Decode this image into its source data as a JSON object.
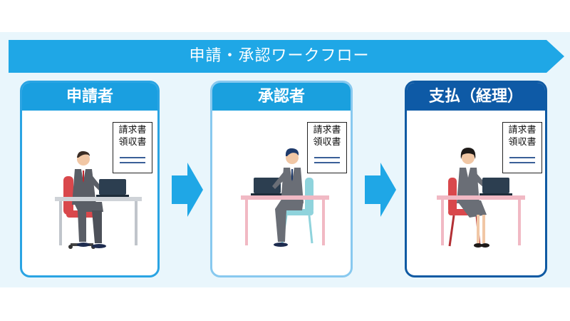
{
  "banner": {
    "title": "申請・承認ワークフロー",
    "color": "#1fa7e6"
  },
  "cards": [
    {
      "title": "申請者",
      "header_color": "#1a9fe0",
      "border_color": "#2aa4e3",
      "doc_lines": [
        "請求書",
        "領収書"
      ]
    },
    {
      "title": "承認者",
      "header_color": "#1aa0de",
      "border_color": "#88c9ef",
      "doc_lines": [
        "請求書",
        "領収書"
      ]
    },
    {
      "title": "支払（経理）",
      "header_color": "#0e5aa6",
      "border_color": "#0f5aa3",
      "doc_lines": [
        "請求書",
        "領収書"
      ]
    }
  ],
  "arrow_color": "#1fa7e6"
}
